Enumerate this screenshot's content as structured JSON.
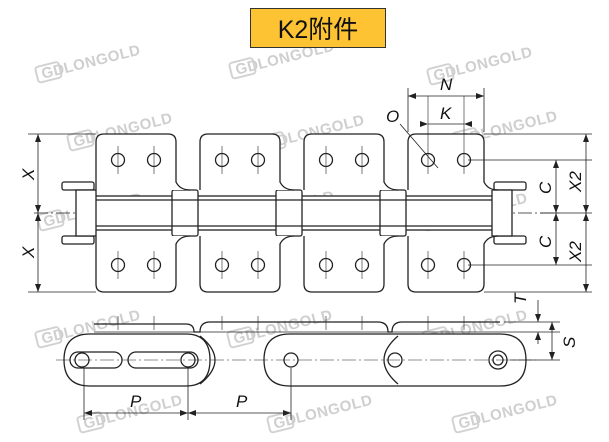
{
  "title": "K2附件",
  "watermark": "LONGOLD",
  "watermark_badge": "GD",
  "dimensions": {
    "n": "N",
    "k": "K",
    "o": "O",
    "c_top": "C",
    "c_bottom": "C",
    "x2_top": "X2",
    "x2_bottom": "X2",
    "x_top": "X",
    "x_bottom": "X",
    "t": "T",
    "s": "S",
    "p_left": "P",
    "p_right": "P"
  },
  "colors": {
    "title_bg": "#fdc332",
    "line": "#222222",
    "watermark": "#cfcfcf"
  }
}
